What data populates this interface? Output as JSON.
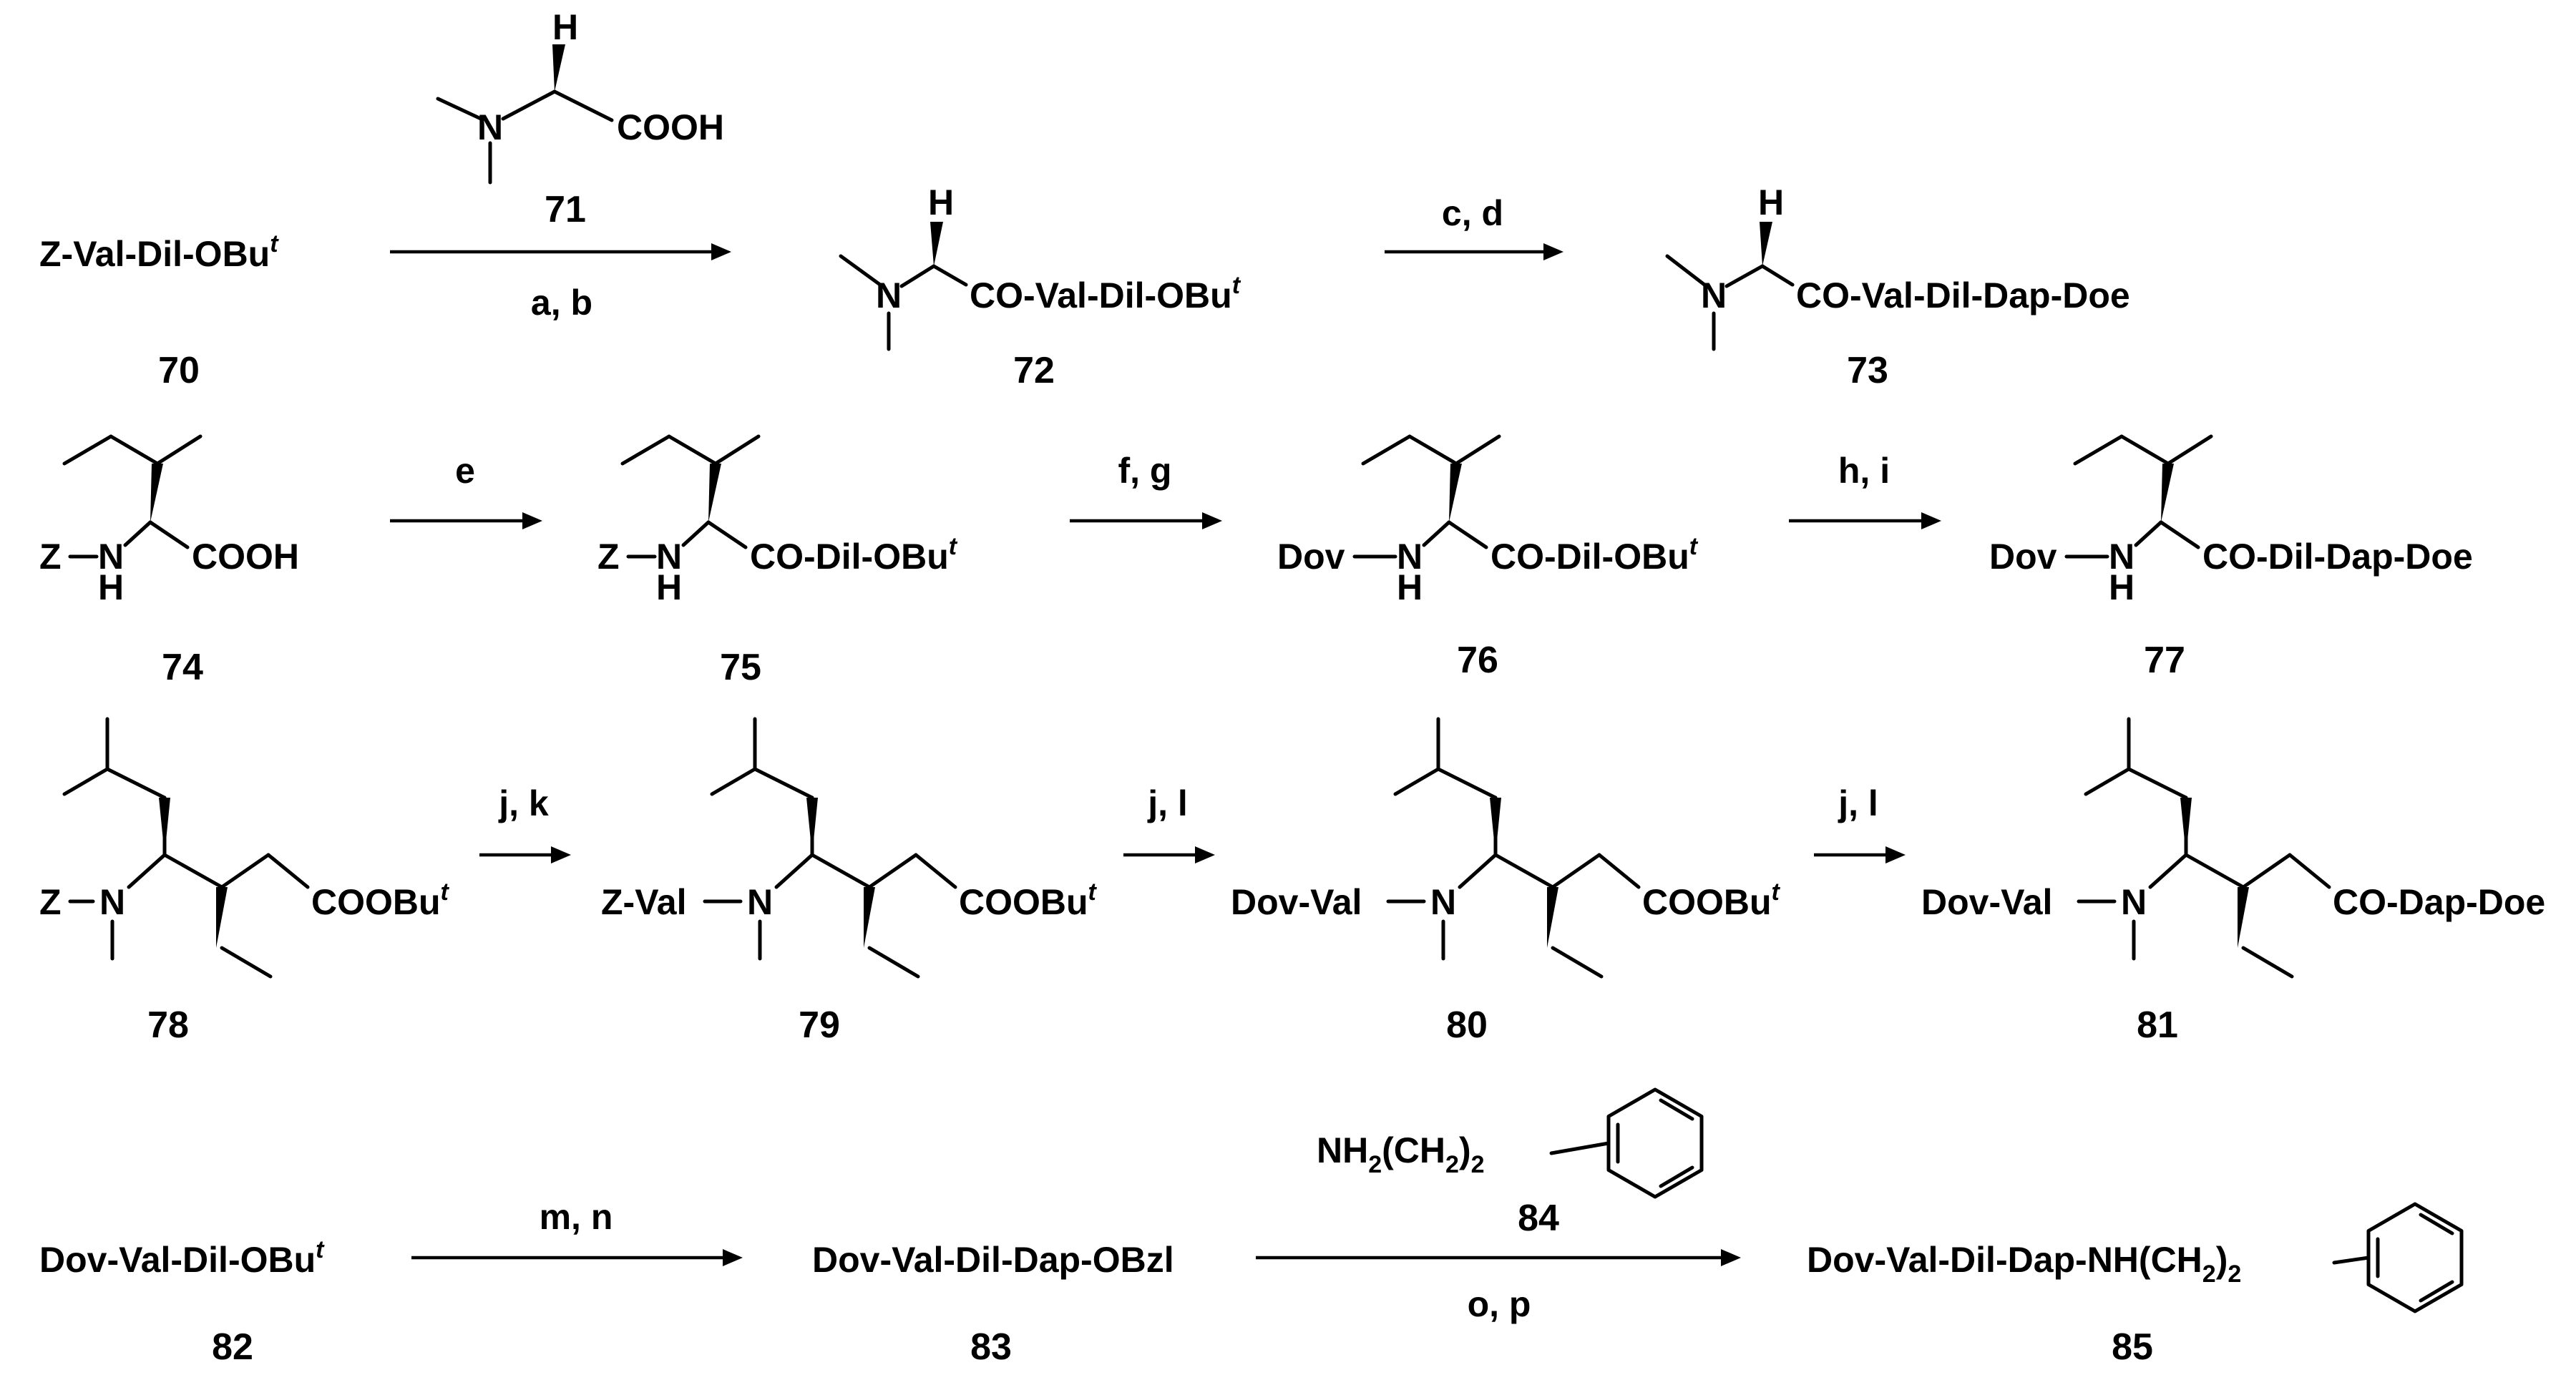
{
  "scheme": {
    "row1": {
      "c70": {
        "text": "Z-Val-Dil-OBu",
        "sup": "t",
        "num": "70"
      },
      "c71": {
        "acid": "COOH",
        "n": "N",
        "h": "H",
        "num": "71"
      },
      "arrow1": {
        "reagents": "a, b"
      },
      "c72": {
        "h": "H",
        "n": "N",
        "tail": "CO-Val-Dil-OBu",
        "sup": "t",
        "num": "72"
      },
      "arrow2": {
        "reagents": "c, d"
      },
      "c73": {
        "h": "H",
        "n": "N",
        "tail": "CO-Val-Dil-Dap-Doe",
        "num": "73"
      }
    },
    "row2": {
      "c74": {
        "z": "Z",
        "nh_n": "N",
        "nh_h": "H",
        "tail": "COOH",
        "num": "74"
      },
      "arrow3": {
        "reagents": "e"
      },
      "c75": {
        "z": "Z",
        "nh_n": "N",
        "nh_h": "H",
        "tail": "CO-Dil-OBu",
        "sup": "t",
        "num": "75"
      },
      "arrow4": {
        "reagents": "f, g"
      },
      "c76": {
        "pre": "Dov",
        "nh_n": "N",
        "nh_h": "H",
        "tail": "CO-Dil-OBu",
        "sup": "t",
        "num": "76"
      },
      "arrow5": {
        "reagents": "h, i"
      },
      "c77": {
        "pre": "Dov",
        "nh_n": "N",
        "nh_h": "H",
        "tail": "CO-Dil-Dap-Doe",
        "num": "77"
      }
    },
    "row3": {
      "c78": {
        "pre": "Z",
        "n": "N",
        "tail": "COOBu",
        "sup": "t",
        "num": "78"
      },
      "arrow6": {
        "reagents": "j, k"
      },
      "c79": {
        "pre": "Z-Val",
        "n": "N",
        "tail": "COOBu",
        "sup": "t",
        "num": "79"
      },
      "arrow7": {
        "reagents": "j, l"
      },
      "c80": {
        "pre": "Dov-Val",
        "n": "N",
        "tail": "COOBu",
        "sup": "t",
        "num": "80"
      },
      "arrow8": {
        "reagents": "j, l"
      },
      "c81": {
        "pre": "Dov-Val",
        "n": "N",
        "tail": "CO-Dap-Doe",
        "num": "81"
      }
    },
    "row4": {
      "c82": {
        "text": "Dov-Val-Dil-OBu",
        "sup": "t",
        "num": "82"
      },
      "arrow9": {
        "reagents": "m, n"
      },
      "c83": {
        "text": "Dov-Val-Dil-Dap-OBzl",
        "num": "83"
      },
      "c84": {
        "pre": "NH",
        "s1": "2",
        "mid": "(CH",
        "s2": "2",
        "post": ")",
        "s3": "2",
        "num": "84"
      },
      "arrow10": {
        "reagents": "o, p"
      },
      "c85": {
        "pre": "Dov-Val-Dil-Dap-NH(CH",
        "s1": "2",
        "post": ")",
        "s2": "2",
        "num": "85"
      }
    }
  }
}
